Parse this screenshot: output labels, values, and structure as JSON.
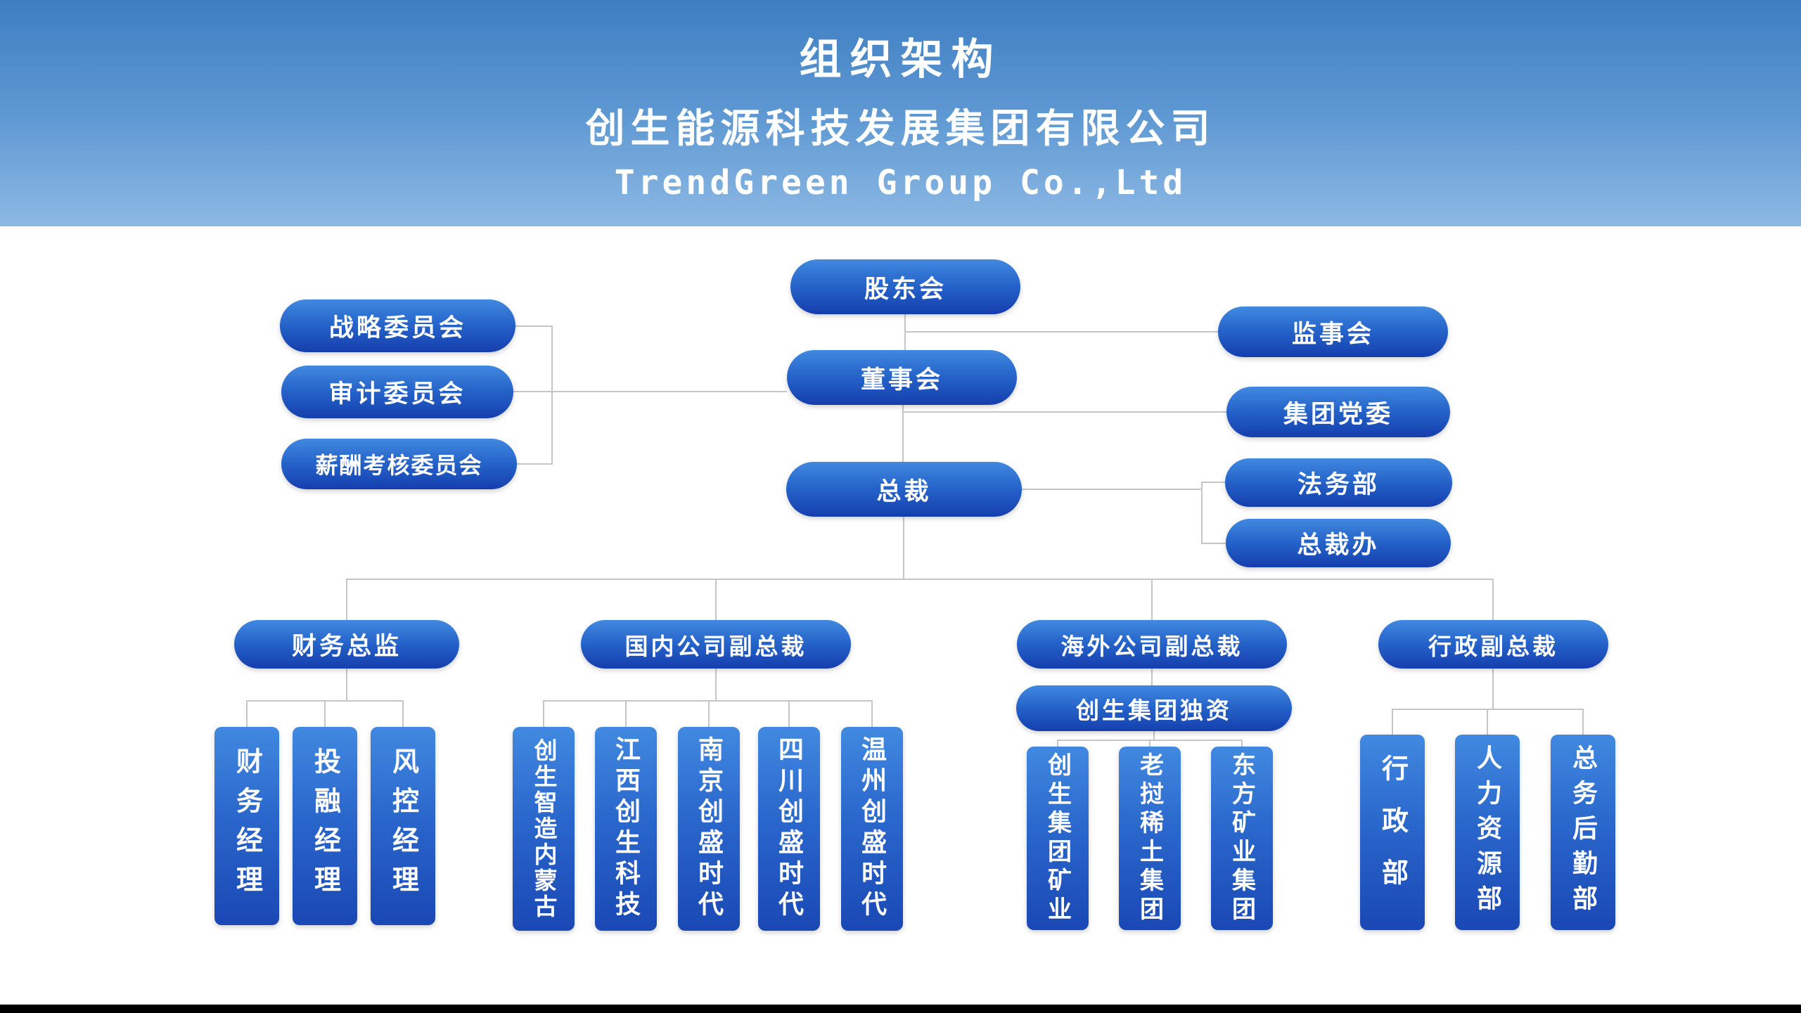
{
  "header": {
    "title": "组织架构",
    "company_cn": "创生能源科技发展集团有限公司",
    "company_en": "TrendGreen Group Co.,Ltd"
  },
  "nodes": {
    "shareholders": "股东会",
    "board": "董事会",
    "president": "总裁",
    "strategy_committee": "战略委员会",
    "audit_committee": "审计委员会",
    "compensation_committee": "薪酬考核委员会",
    "supervisory_board": "监事会",
    "party_committee": "集团党委",
    "legal_dept": "法务部",
    "president_office": "总裁办",
    "cfo": "财务总监",
    "domestic_vp": "国内公司副总裁",
    "overseas_vp": "海外公司副总裁",
    "admin_vp": "行政副总裁",
    "group_sole": "创生集团独资",
    "finance_manager": "财务经理",
    "investment_manager": "投融经理",
    "risk_manager": "风控经理",
    "domestic_subs": [
      "创生智造内蒙古",
      "江西创生科技",
      "南京创盛时代",
      "四川创盛时代",
      "温州创盛时代"
    ],
    "overseas_subs": [
      "创生集团矿业",
      "老挝稀土集团",
      "东方矿业集团"
    ],
    "admin_depts": [
      "行政部",
      "人力资源部",
      "总务后勤部"
    ]
  },
  "colors": {
    "header_top": "#3e7ec2",
    "header_bottom": "#8db9e4",
    "node_top": "#4189e0",
    "node_bottom": "#153fae",
    "connector": "#c6c6c6",
    "text": "#ffffff"
  }
}
